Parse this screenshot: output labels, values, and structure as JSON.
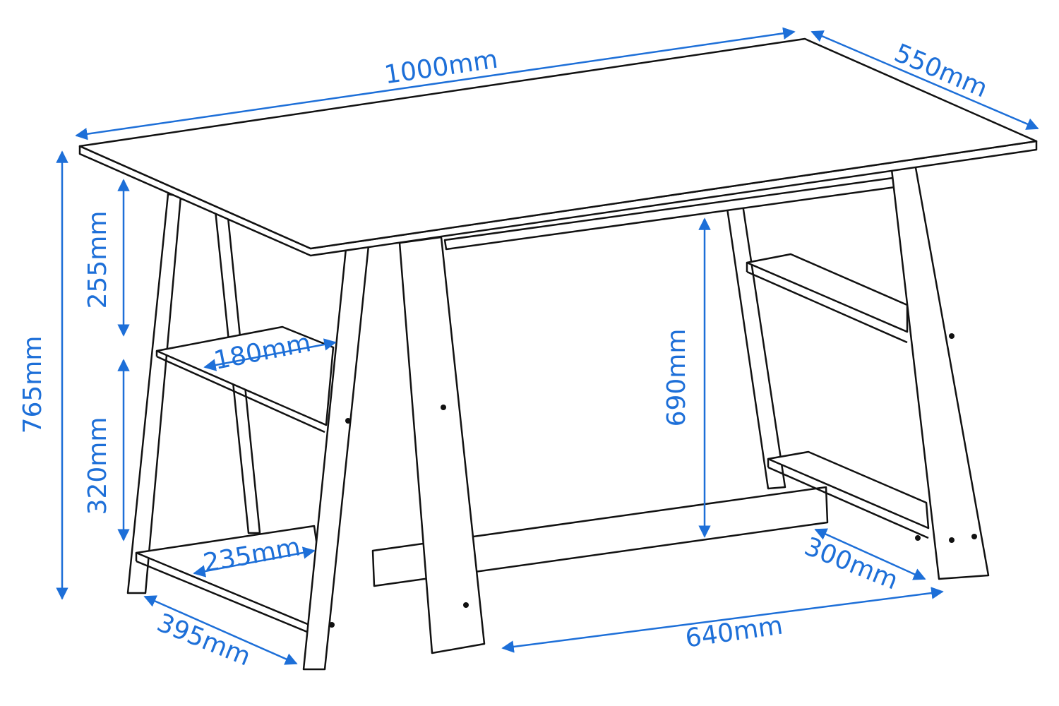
{
  "title": "Desk dimensions diagram",
  "colors": {
    "dimension": "#1d6fd8",
    "outline": "#111111"
  },
  "dimensions": {
    "width": "1000mm",
    "depth": "550mm",
    "height": "765mm",
    "upper_shelf_gap": "255mm",
    "lower_shelf_gap": "320mm",
    "upper_shelf_depth": "180mm",
    "lower_shelf_depth": "235mm",
    "base_depth": "395mm",
    "legroom_height": "690mm",
    "right_shelf_depth": "300mm",
    "legroom_width": "640mm"
  }
}
